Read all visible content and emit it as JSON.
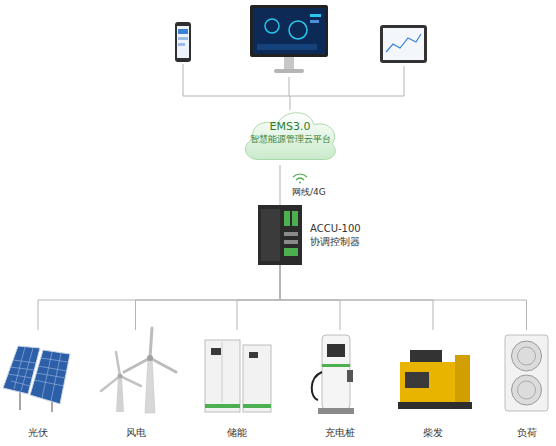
{
  "diagram": {
    "nodes": [
      {
        "text": [
          "EMS3.0",
          "智慧能源管理云平台"
        ]
      },
      {
        "text": [
          "ACCU-100",
          "协调控制器"
        ]
      },
      {
        "text": [
          "光伏"
        ]
      },
      {
        "text": [
          "风电"
        ]
      },
      {
        "text": [
          "储能"
        ]
      },
      {
        "text": [
          "充电桩"
        ]
      },
      {
        "text": [
          "柴发"
        ]
      },
      {
        "text": [
          "负荷"
        ]
      }
    ],
    "edges": [
      {
        "from": 0,
        "to": 1,
        "arrow": "none",
        "label": "网线/4G"
      },
      {
        "from": 1,
        "to": 2,
        "arrow": "none"
      },
      {
        "from": 1,
        "to": 3,
        "arrow": "none"
      },
      {
        "from": 1,
        "to": 4,
        "arrow": "none"
      },
      {
        "from": 1,
        "to": 5,
        "arrow": "none"
      },
      {
        "from": 1,
        "to": 6,
        "arrow": "none"
      },
      {
        "from": 1,
        "to": 7,
        "arrow": "none"
      }
    ]
  }
}
